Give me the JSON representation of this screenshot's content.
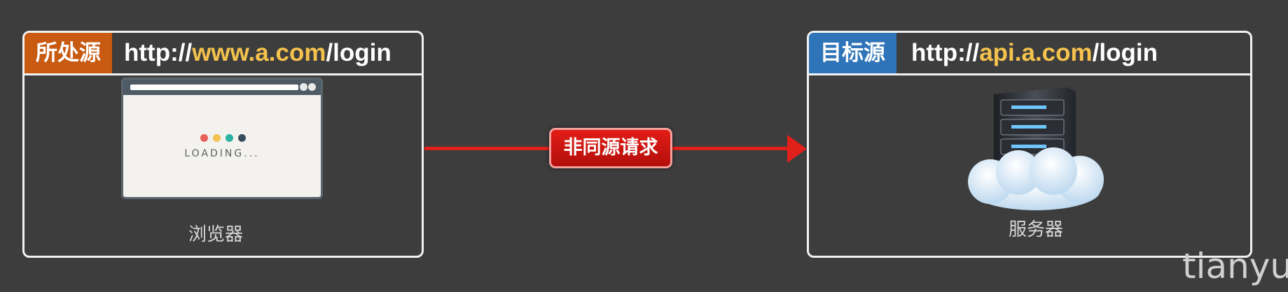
{
  "source": {
    "tag": "所处源",
    "tag_color": "#c85a12",
    "url_prefix": "http://",
    "url_host": "www.a.com",
    "url_path": "/login",
    "caption": "浏览器",
    "browser_loading_text": "LOADING...",
    "loading_dot_colors": [
      "#e9605a",
      "#f2c14e",
      "#2ab3a0",
      "#3a4c5c"
    ]
  },
  "target": {
    "tag": "目标源",
    "tag_color": "#2f74b8",
    "url_prefix": "http://",
    "url_host": "api.a.com",
    "url_path": "/login",
    "caption": "服务器"
  },
  "arrow": {
    "label": "非同源请求",
    "color": "#e0201b"
  },
  "watermark": "tianyu",
  "colors": {
    "url_host": "#f4c24d",
    "background": "#3d3d3d"
  }
}
